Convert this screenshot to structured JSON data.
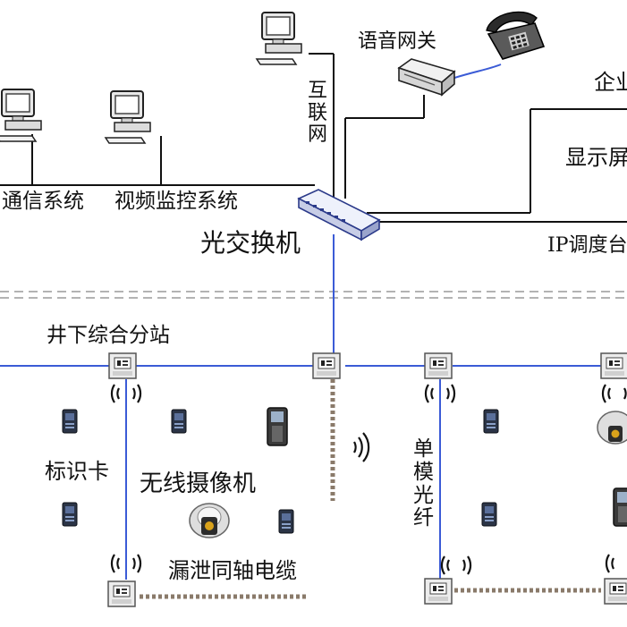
{
  "labels": {
    "voice_gateway": "语音网关",
    "internet": "互联网",
    "enterprise": "企业",
    "display_screen": "显示屏",
    "comm_system": "通信系统",
    "video_monitor_system": "视频监控系统",
    "optical_switch": "光交换机",
    "ip_dispatch": "IP调度台",
    "underground_substation": "井下综合分站",
    "id_card": "标识卡",
    "wireless_camera": "无线摄像机",
    "single_mode_fiber": "单模光纤",
    "leaky_coax": "漏泄同轴电缆"
  },
  "colors": {
    "fiber_link": "#3b5bd6",
    "wire": "#111111",
    "leaky_cable": "#8a7a6a",
    "dashed_boundary": "#9a9a9a"
  }
}
